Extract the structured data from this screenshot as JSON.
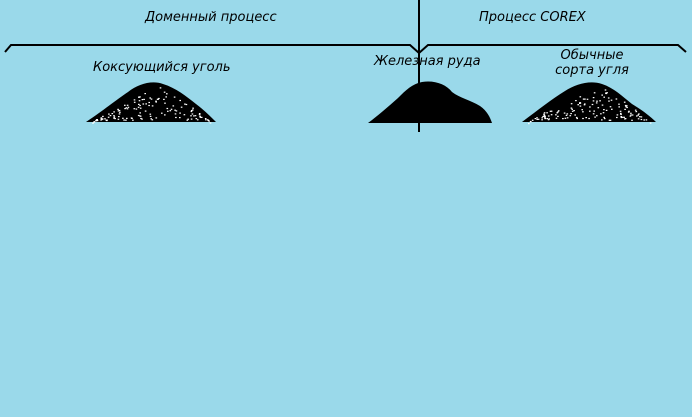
{
  "headers": {
    "blast_furnace": "Доменный процесс",
    "corex": "Процесс COREX"
  },
  "materials": {
    "coking_coal": "Коксующийся уголь",
    "iron_ore": "Железная руда",
    "ordinary_coal_line1": "Обычные",
    "ordinary_coal_line2": "сорта угля"
  },
  "colors": {
    "background": "#9ad9ea",
    "ink": "#000000",
    "speckle": "#ffffff"
  }
}
